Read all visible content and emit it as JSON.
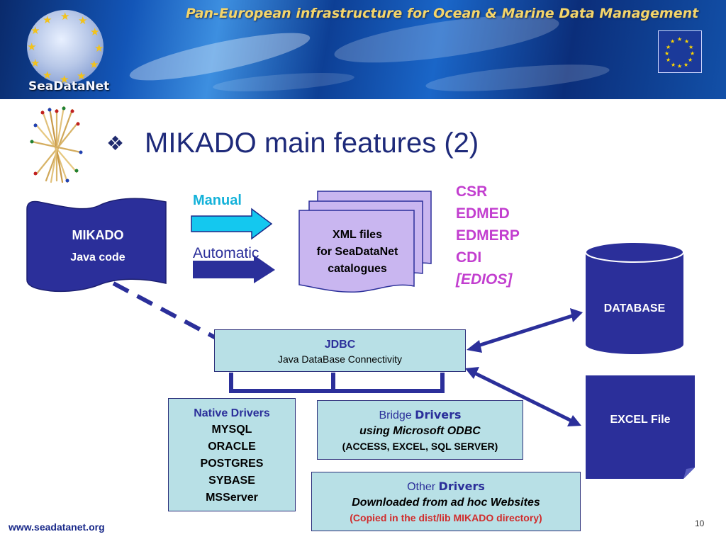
{
  "banner": {
    "title": "Pan-European infrastructure for Ocean & Marine Data Management",
    "logo_text": "SeaDataNet"
  },
  "slide": {
    "title": "MIKADO main features (2)",
    "page_number": "10"
  },
  "footer": {
    "url": "www.seadatanet.org"
  },
  "diagram": {
    "mikado": {
      "title": "MIKADO",
      "subtitle": "Java code"
    },
    "arrows": {
      "manual": "Manual",
      "automatic": "Automatic"
    },
    "xml_box": {
      "line1": "XML files",
      "line2": "for SeaDataNet",
      "line3": "catalogues"
    },
    "catalogues": [
      "CSR",
      "EDMED",
      "EDMERP",
      "CDI",
      "[EDIOS]"
    ],
    "database": "DATABASE",
    "excel": "EXCEL File",
    "jdbc": {
      "title": "JDBC",
      "subtitle": "Java DataBase Connectivity"
    },
    "native_drivers": {
      "title": "Native Drivers",
      "items": [
        "MYSQL",
        "ORACLE",
        "POSTGRES",
        "SYBASE",
        "MSServer"
      ]
    },
    "bridge_drivers": {
      "title_a": "Bridge ",
      "title_b": "Drivers",
      "line2": "using Microsoft ODBC",
      "line3": "(ACCESS, EXCEL, SQL SERVER)"
    },
    "other_drivers": {
      "title_a": "Other ",
      "title_b": "Drivers",
      "line2": "Downloaded from ad hoc Websites",
      "line3": "(Copied in the dist/lib MIKADO directory)"
    }
  },
  "colors": {
    "navy": "#2b2f9a",
    "cyan_arrow": "#14b2d9",
    "lavender": "#c9b6f0",
    "box_cyan": "#b8e0e6",
    "magenta": "#c23ecf",
    "red_note": "#d12c2c"
  }
}
